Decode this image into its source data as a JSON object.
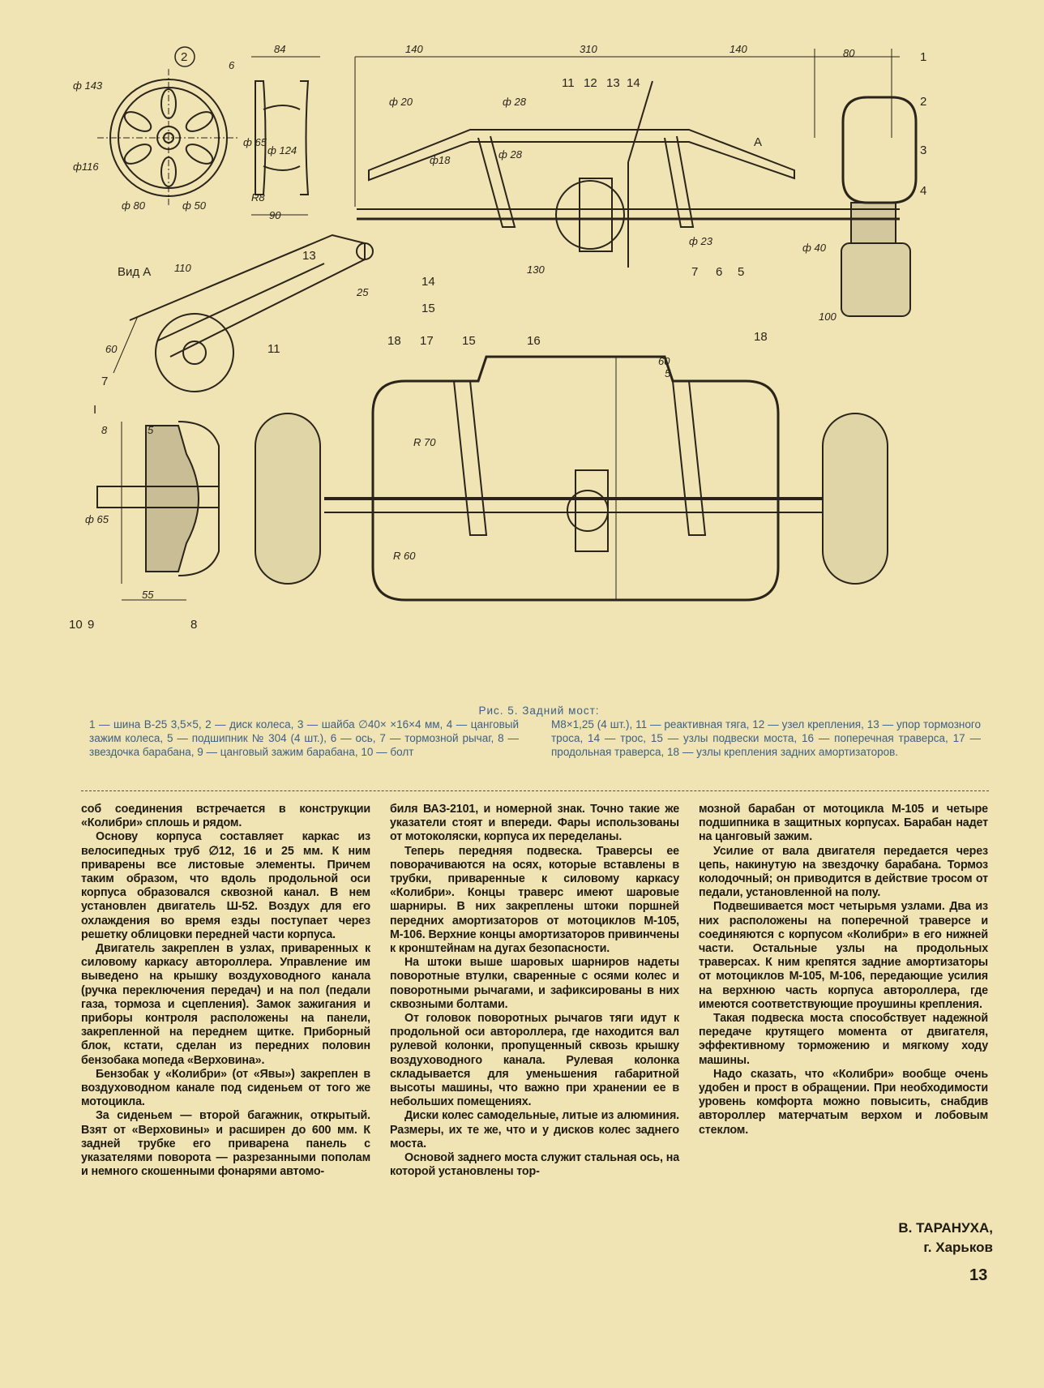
{
  "figure": {
    "number_circle": "2",
    "labels": {
      "vid_a": "Вид А",
      "section_I": "I",
      "arrow_A": "А"
    },
    "dims": {
      "d143": "ф 143",
      "d116": "ф116",
      "d80": "ф 80",
      "d50": "ф 50",
      "w84": "84",
      "w6": "6",
      "d65a": "ф 65",
      "d124": "ф 124",
      "r8": "R8",
      "w90": "90",
      "w140a": "140",
      "w310": "310",
      "w140b": "140",
      "w80": "80",
      "d20": "ф 20",
      "d28a": "ф 28",
      "d28b": "ф 28",
      "d18": "ф18",
      "d23": "ф 23",
      "d40": "ф 40",
      "w130": "130",
      "w100": "100",
      "w110": "110",
      "w25": "25",
      "w60a": "60",
      "w8": "8",
      "w5a": "5",
      "d65b": "ф 65",
      "w55": "55",
      "w60b": "60",
      "w5b": "5",
      "r70": "R 70",
      "r60": "R 60"
    },
    "callouts": {
      "c1": "1",
      "c2": "2",
      "c3": "3",
      "c4": "4",
      "c5": "5",
      "c6": "6",
      "c7": "7",
      "c11": "11",
      "c12": "12",
      "c13": "13",
      "c14": "14",
      "vc13": "13",
      "vc14": "14",
      "vc15": "15",
      "vc11": "11",
      "vc7": "7",
      "sc10": "10",
      "sc9": "9",
      "sc8": "8",
      "pc18a": "18",
      "pc17": "17",
      "pc15": "15",
      "pc16": "16",
      "pc18b": "18"
    }
  },
  "caption": {
    "title": "Рис. 5. Задний мост:",
    "left": "1 — шина В-25 3,5×5, 2 — диск колеса, 3 — шайба ∅40× ×16×4 мм, 4 — цанговый зажим колеса, 5 — подшипник № 304 (4 шт.), 6 — ось, 7 — тормозной рычаг, 8 — звездочка барабана, 9 — цанговый зажим барабана, 10 — болт",
    "right": "М8×1,25 (4 шт.), 11 — реактивная тяга, 12 — узел крепления, 13 — упор тормозного троса, 14 — трос, 15 — узлы подвески моста, 16 — поперечная траверса, 17 — продольная траверса, 18 — узлы крепления задних амортизаторов."
  },
  "columns": {
    "col1": [
      "соб соединения встречается в конструкции «Колибри» сплошь и рядом.",
      "Основу корпуса составляет каркас из велосипедных труб ∅12, 16 и 25 мм. К ним приварены все листовые элементы. Причем таким образом, что вдоль продольной оси корпуса образовался сквозной канал. В нем установлен двигатель Ш-52. Воздух для его охлаждения во время езды поступает через решетку облицовки передней части корпуса.",
      "Двигатель закреплен в узлах, приваренных к силовому каркасу автороллера. Управление им выведено на крышку воздуховодного канала (ручка переключения передач) и на пол (педали газа, тормоза и сцепления). Замок зажигания и приборы контроля расположены на панели, закрепленной на переднем щитке. Приборный блок, кстати, сделан из передних половин бензобака мопеда «Верховина».",
      "Бензобак у «Колибри» (от «Явы») закреплен в воздуховодном канале под сиденьем от того же мотоцикла.",
      "За сиденьем — второй багажник, открытый. Взят от «Верховины» и расширен до 600 мм. К задней трубке его приварена панель с указателями поворота — разрезанными пополам и немного скошенными фонарями автомо-"
    ],
    "col2": [
      "биля ВАЗ-2101, и номерной знак. Точно такие же указатели стоят и впереди. Фары использованы от мотоколяски, корпуса их переделаны.",
      "Теперь передняя подвеска. Траверсы ее поворачиваются на осях, которые вставлены в трубки, приваренные к силовому каркасу «Колибри». Концы траверс имеют шаровые шарниры. В них закреплены штоки поршней передних амортизаторов от мотоциклов М-105, М-106. Верхние концы амортизаторов привинчены к кронштейнам на дугах безопасности.",
      "На штоки выше шаровых шарниров надеты поворотные втулки, сваренные с осями колес и поворотными рычагами, и зафиксированы в них сквозными болтами.",
      "От головок поворотных рычагов тяги идут к продольной оси автороллера, где находится вал рулевой колонки, пропущенный сквозь крышку воздуховодного канала. Рулевая колонка складывается для уменьшения габаритной высоты машины, что важно при хранении ее в небольших помещениях.",
      "Диски колес самодельные, литые из алюминия. Размеры, их те же, что и у дисков колес заднего моста.",
      "Основой заднего моста служит стальная ось, на которой установлены тор-"
    ],
    "col3": [
      "мозной барабан от мотоцикла М-105 и четыре подшипника в защитных корпусах. Барабан надет на цанговый зажим.",
      "Усилие от вала двигателя передается через цепь, накинутую на звездочку барабана. Тормоз колодочный; он приводится в действие тросом от педали, установленной на полу.",
      "Подвешивается мост четырьмя узлами. Два из них расположены на поперечной траверсе и соединяются с корпусом «Колибри» в его нижней части. Остальные узлы на продольных траверсах. К ним крепятся задние амортизаторы от мотоциклов М-105, М-106, передающие усилия на верхнюю часть корпуса автороллера, где имеются соответствующие проушины крепления.",
      "Такая подвеска моста способствует надежной передаче крутящего момента от двигателя, эффективному торможению и мягкому ходу машины.",
      "Надо сказать, что «Колибри» вообще очень удобен и прост в обращении. При необходимости уровень комфорта можно повысить, снабдив автороллер матерчатым верхом и лобовым стеклом."
    ]
  },
  "signature": {
    "author": "В. ТАРАНУХА,",
    "city": "г. Харьков"
  },
  "page_number": "13"
}
